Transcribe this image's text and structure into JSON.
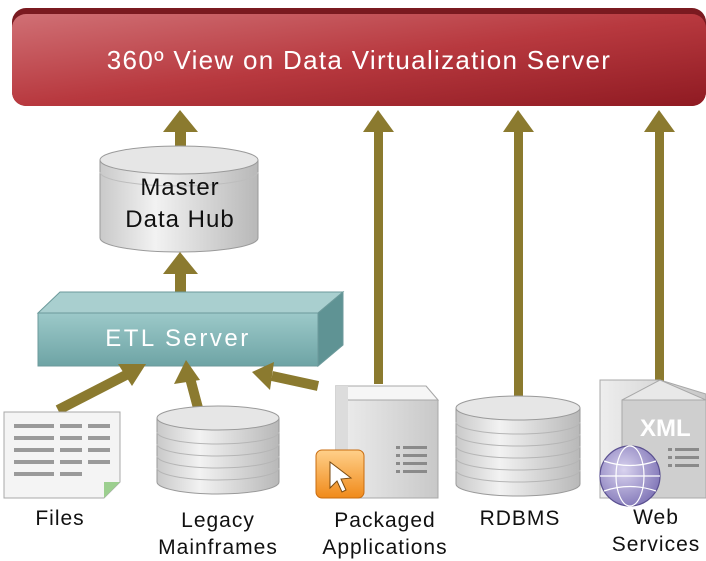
{
  "banner": {
    "title": "360º View on Data Virtualization Server"
  },
  "hub": {
    "line1": "Master",
    "line2": "Data Hub"
  },
  "etl": {
    "label": "ETL Server"
  },
  "icons": {
    "xml_badge": "XML"
  },
  "sources": {
    "files": "Files",
    "legacy_line1": "Legacy",
    "legacy_line2": "Mainframes",
    "packaged_line1": "Packaged",
    "packaged_line2": "Applications",
    "rdbms": "RDBMS",
    "web_line1": "Web",
    "web_line2": "Services"
  },
  "colors": {
    "banner": "#b4333d",
    "arrow": "#8b7a2f",
    "etl": "#7fb2b3"
  }
}
